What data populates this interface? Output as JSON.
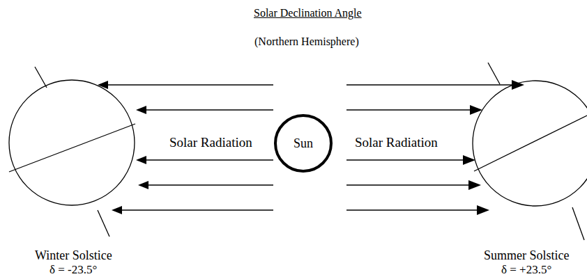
{
  "diagram": {
    "title": "Solar Declination Angle",
    "nodes": [
      {
        "text": [
          "Sun"
        ]
      }
    ],
    "labels": [
      "(Northern Hemisphere)",
      "Solar Radiation",
      "Solar Radiation",
      "Winter Solstice",
      "δ = -23.5°",
      "Summer Solstice",
      "δ = +23.5°"
    ]
  }
}
